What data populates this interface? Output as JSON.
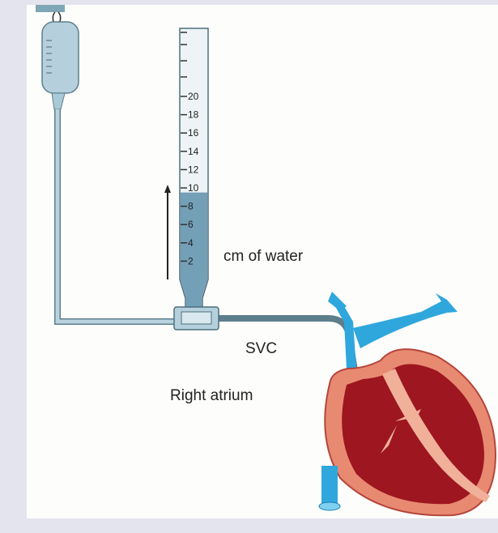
{
  "labels": {
    "unit": "cm of water",
    "svc": "SVC",
    "atrium": "Right atrium"
  },
  "scale_ticks": [
    "2",
    "4",
    "6",
    "8",
    "10",
    "12",
    "14",
    "16",
    "18",
    "20"
  ],
  "water_level_cm": 9.5,
  "colors": {
    "frame": "#e4e4ee",
    "tube": "#a9c9d6",
    "water": "#5d8fab",
    "vessel": "#2fa7dc",
    "heart_wall": "#e88a72",
    "heart_chamber": "#9e1620"
  }
}
